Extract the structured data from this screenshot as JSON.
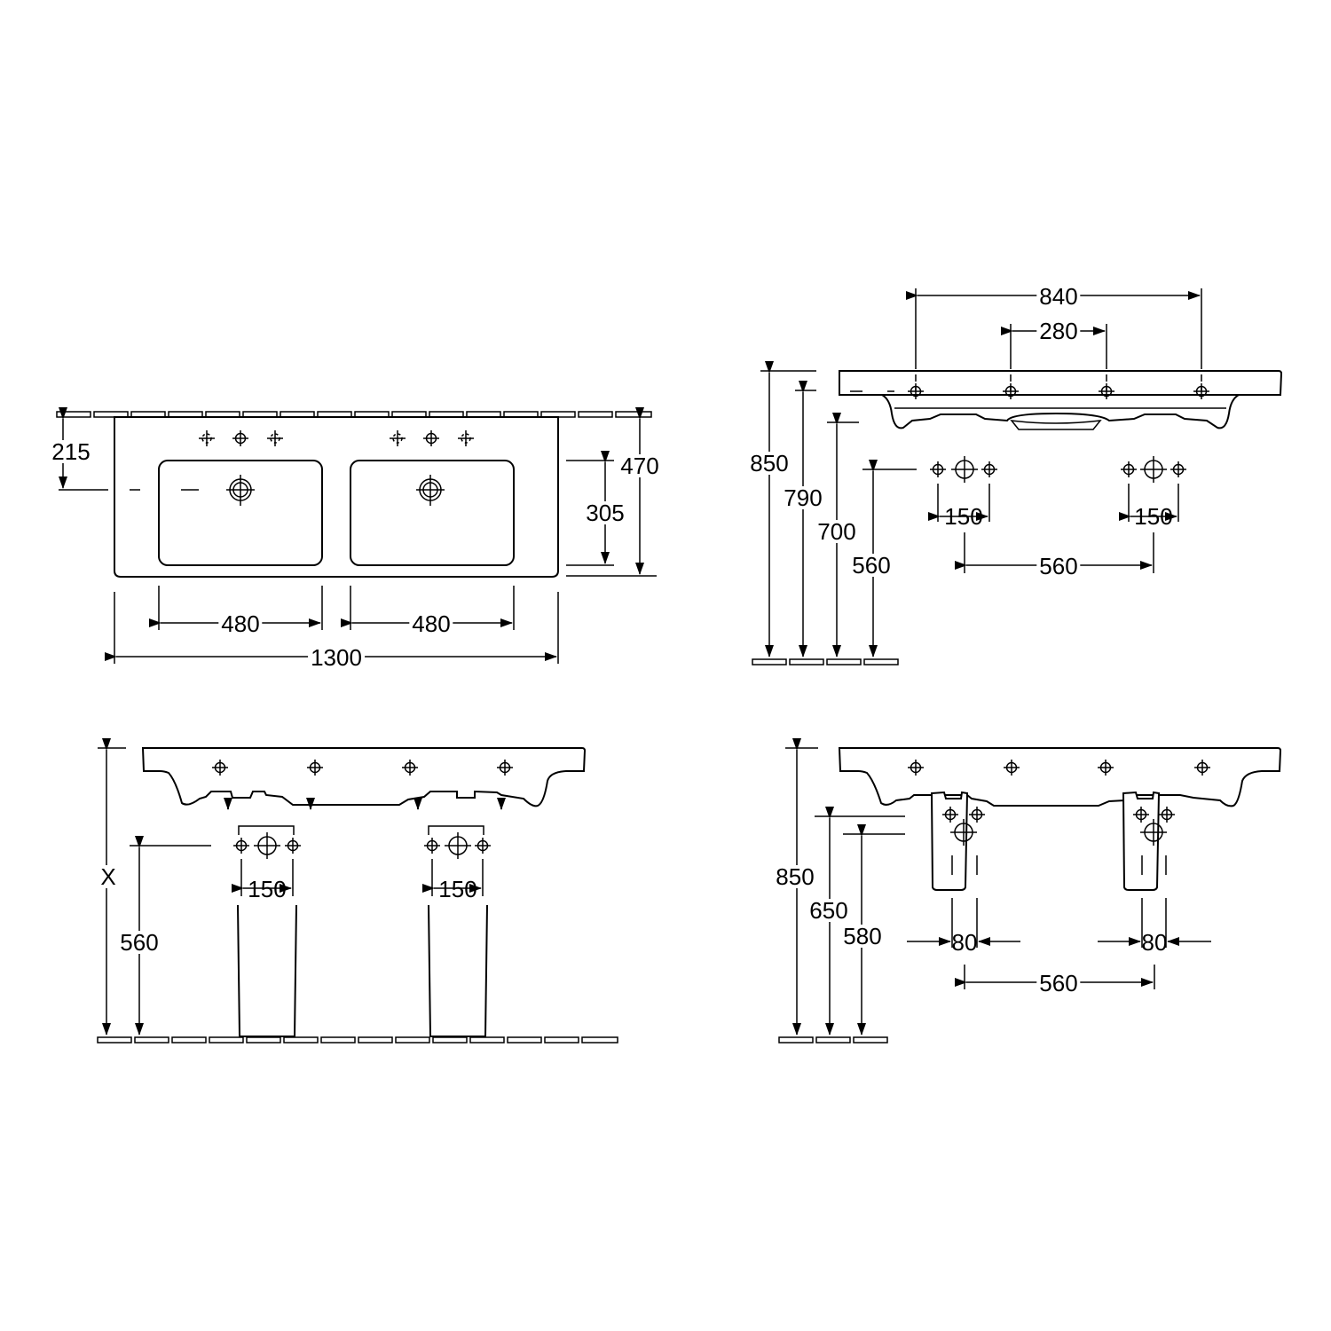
{
  "drawing": {
    "type": "technical-drawing",
    "subject": "double washbasin",
    "units": "mm",
    "colors": {
      "line": "#000000",
      "background": "#ffffff"
    }
  },
  "top_view": {
    "overall_width": "1300",
    "overall_depth": "470",
    "bowl_width_left": "480",
    "bowl_width_right": "480",
    "bowl_depth": "305",
    "drain_from_back": "215"
  },
  "front_view_wall": {
    "outer_tap_spacing": "840",
    "inner_tap_spacing": "280",
    "height_top": "850",
    "height_rim": "790",
    "height_bottom": "700",
    "height_waste": "560",
    "supply_spacing_left": "150",
    "supply_spacing_right": "150",
    "waste_spacing": "560"
  },
  "front_view_pedestal": {
    "height_x_label": "X",
    "height_waste": "560",
    "supply_spacing_left": "150",
    "supply_spacing_right": "150"
  },
  "front_view_semi_pedestal": {
    "height_top": "850",
    "height_supply": "650",
    "height_waste": "580",
    "trap_width_left": "80",
    "trap_width_right": "80",
    "waste_spacing": "560"
  }
}
